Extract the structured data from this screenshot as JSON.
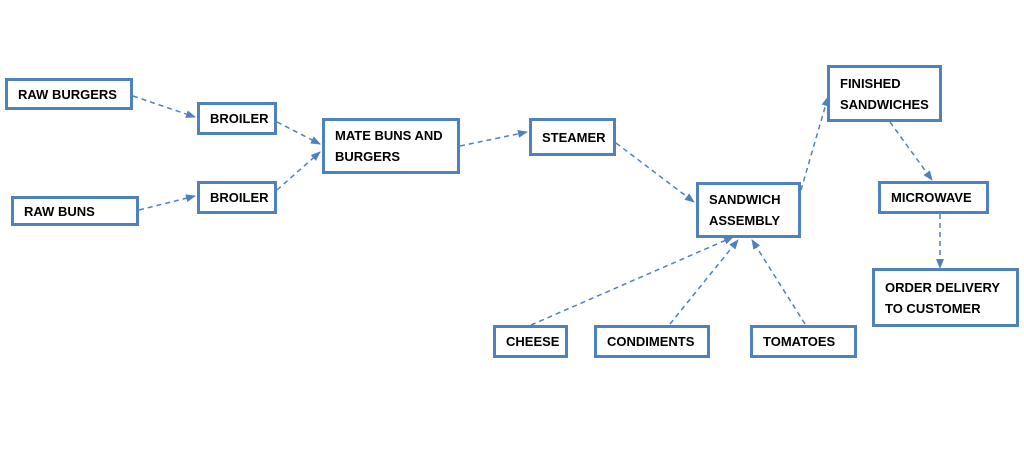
{
  "colors": {
    "accent": "#4f81bd"
  },
  "nodes": {
    "raw_burgers": "RAW BURGERS",
    "raw_buns": "RAW BUNS",
    "broiler_top": "BROILER",
    "broiler_bottom": "BROILER",
    "mate": "MATE BUNS AND\nBURGERS",
    "steamer": "STEAMER",
    "assembly": "SANDWICH\nASSEMBLY",
    "finished": "FINISHED\nSANDWICHES",
    "microwave": "MICROWAVE",
    "delivery": "ORDER DELIVERY\nTO CUSTOMER",
    "cheese": "CHEESE",
    "condiments": "CONDIMENTS",
    "tomatoes": "TOMATOES"
  },
  "edges": [
    {
      "from": "raw_burgers",
      "to": "broiler_top"
    },
    {
      "from": "raw_buns",
      "to": "broiler_bottom"
    },
    {
      "from": "broiler_top",
      "to": "mate"
    },
    {
      "from": "broiler_bottom",
      "to": "mate"
    },
    {
      "from": "mate",
      "to": "steamer"
    },
    {
      "from": "steamer",
      "to": "assembly"
    },
    {
      "from": "cheese",
      "to": "assembly"
    },
    {
      "from": "condiments",
      "to": "assembly"
    },
    {
      "from": "tomatoes",
      "to": "assembly"
    },
    {
      "from": "assembly",
      "to": "finished"
    },
    {
      "from": "finished",
      "to": "microwave"
    },
    {
      "from": "microwave",
      "to": "delivery"
    }
  ]
}
